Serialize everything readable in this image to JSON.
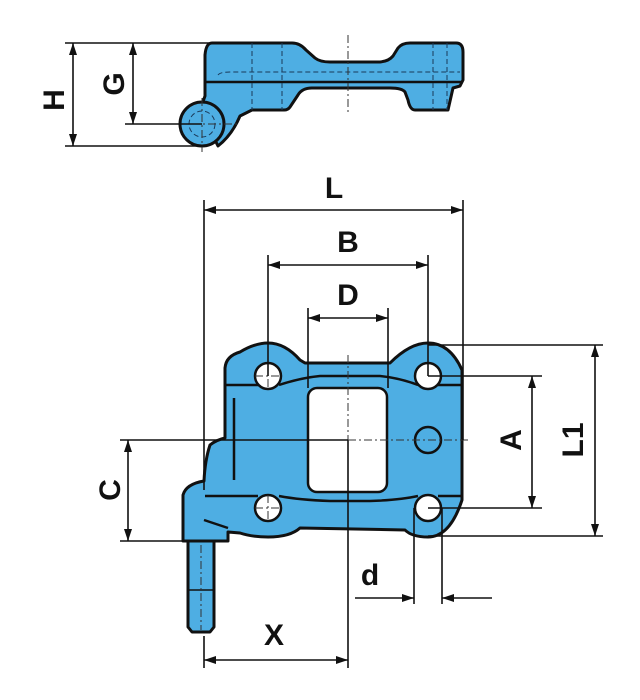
{
  "diagram": {
    "part_color": "#4eaee3",
    "labels": {
      "H": "H",
      "G": "G",
      "L": "L",
      "B": "B",
      "D": "D",
      "A": "A",
      "L1": "L1",
      "C": "C",
      "d": "d",
      "X": "X"
    }
  }
}
